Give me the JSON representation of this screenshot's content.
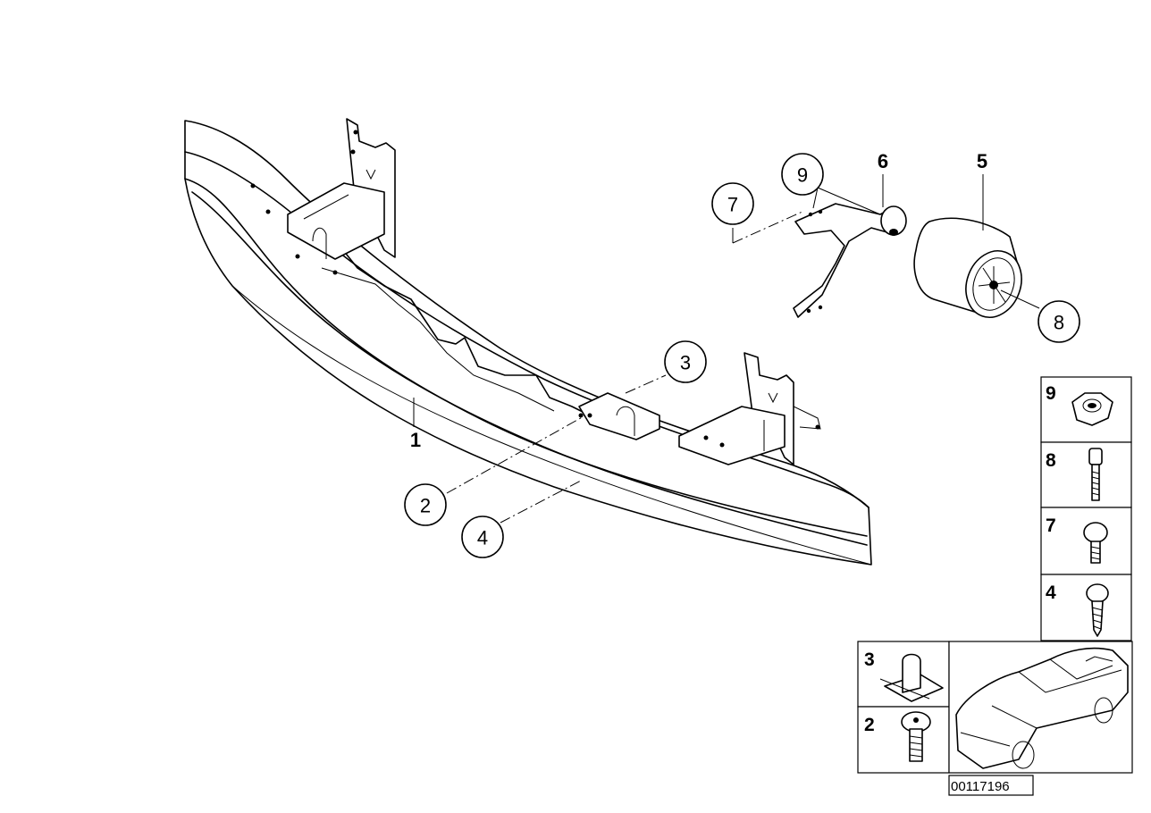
{
  "labels": {
    "main_part": "1",
    "front_bracket": "6",
    "damper": "5"
  },
  "callouts": {
    "c2": "2",
    "c3": "3",
    "c4": "4",
    "c7": "7",
    "c8": "8",
    "c9": "9"
  },
  "legend": {
    "cell9": "9",
    "cell8": "8",
    "cell7": "7",
    "cell4": "4",
    "cell3": "3",
    "cell2": "2"
  },
  "diagram_id": "00117196"
}
